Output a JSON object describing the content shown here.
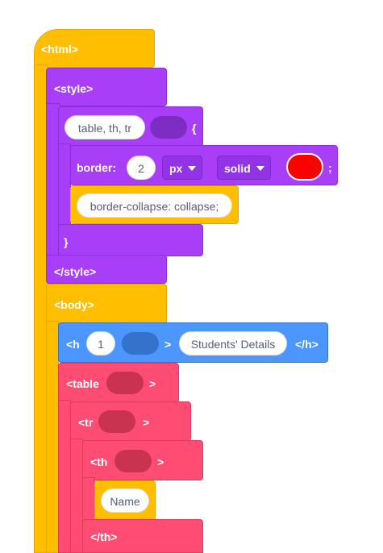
{
  "blocks": {
    "html_open": "<html>",
    "style_open": "<style>",
    "selector": "table, th, tr",
    "brace_open": "{",
    "border_label": "border:",
    "border_width": "2",
    "border_unit": "px",
    "border_style": "solid",
    "semicolon": ";",
    "collapse": "border-collapse: collapse;",
    "brace_close": "}",
    "style_close": "</style>",
    "body_open": "<body>",
    "h_open": "<h",
    "h_level": "1",
    "gt": ">",
    "h_text": "Students' Details",
    "h_close": "</h>",
    "table_open": "<table",
    "tr_open": "<tr",
    "th_open": "<th",
    "th_text": "Name",
    "th_close": "</th>"
  },
  "colors": {
    "html_yellow": "#FFBF00",
    "style_purple": "#A93EF9",
    "heading_blue": "#4C97FF",
    "table_pink": "#FF4C72",
    "border_color_swatch": "#FF0000"
  }
}
